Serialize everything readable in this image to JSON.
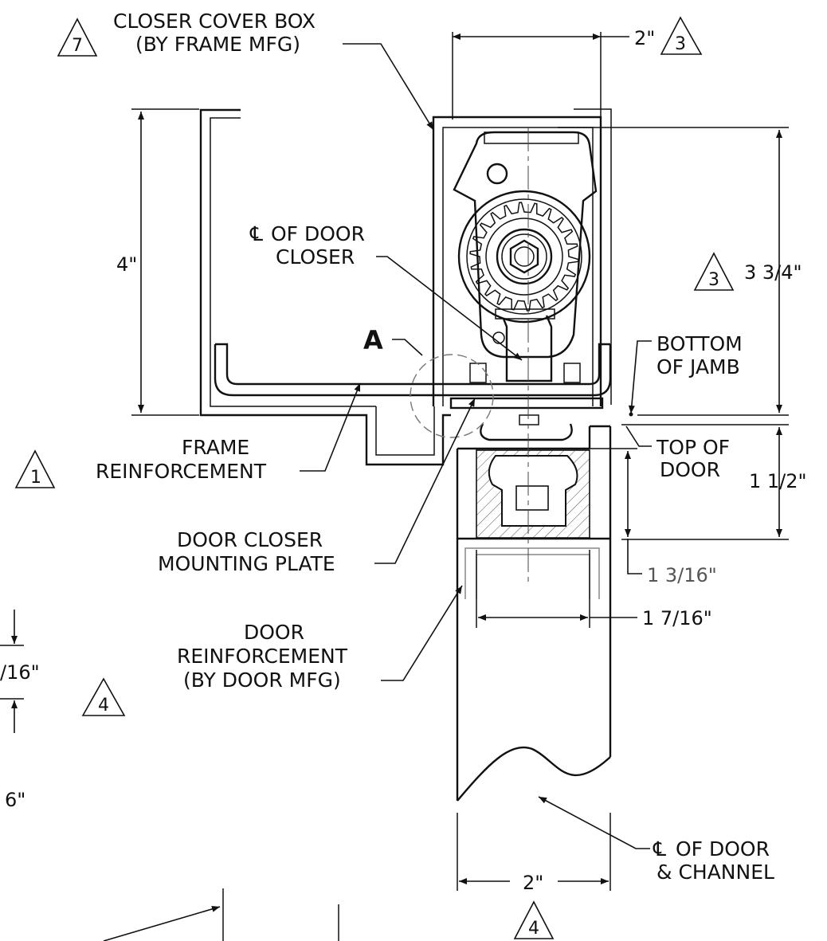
{
  "labels": {
    "closer_cover_box_1": "CLOSER COVER BOX",
    "closer_cover_box_2": "(BY FRAME MFG)",
    "cl_door_closer_1": "OF DOOR",
    "cl_door_closer_2": "CLOSER",
    "detail_a": "A",
    "bottom_of_jamb_1": "BOTTOM",
    "bottom_of_jamb_2": "OF JAMB",
    "top_of_door_1": "TOP OF",
    "top_of_door_2": "DOOR",
    "frame_reinf_1": "FRAME",
    "frame_reinf_2": "REINFORCEMENT",
    "mount_plate_1": "DOOR CLOSER",
    "mount_plate_2": "MOUNTING PLATE",
    "door_reinf_1": "DOOR",
    "door_reinf_2": "REINFORCEMENT",
    "door_reinf_3": "(BY DOOR MFG)",
    "cl_channel_1": "OF DOOR",
    "cl_channel_2": "& CHANNEL",
    "centerline_symbol": "℄"
  },
  "dimensions": {
    "top_width": "2\"",
    "frame_height": "4\"",
    "closer_height": "3 3/4\"",
    "door_top_offset": "1 1/2\"",
    "channel_depth": "1 3/16\"",
    "channel_width": "1 7/16\"",
    "door_width": "2\"",
    "partial_left_1": "/16\"",
    "partial_left_2": "6\""
  },
  "revision_markers": {
    "top_left": "7",
    "top_right": "3",
    "right_mid": "3",
    "left_mid": "1",
    "left_lower": "4",
    "bottom": "4"
  }
}
